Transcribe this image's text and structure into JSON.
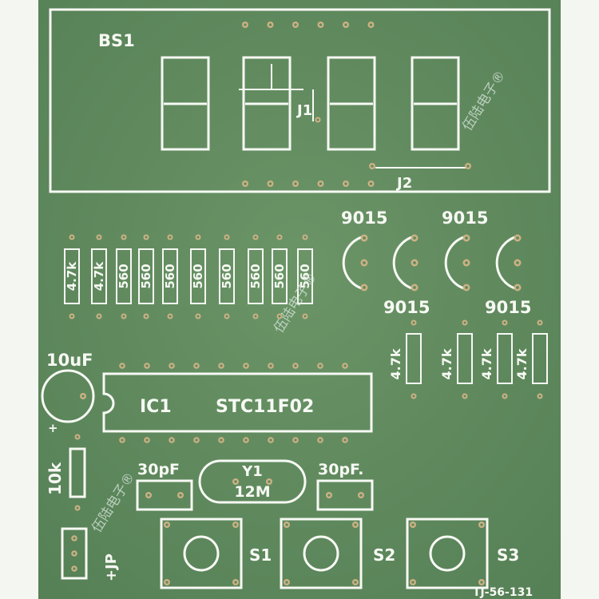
{
  "board": {
    "colors": {
      "background": "#f4f6f2",
      "soldermask": "#5f8a5f",
      "silkscreen": "#f7f9f4",
      "copper": "#cdb184",
      "hole": "#5f8a5f"
    },
    "labels": {
      "display": "BS1",
      "jumper1": "J1",
      "jumper2": "J2",
      "transistors": [
        "9015",
        "9015",
        "9015",
        "9015"
      ],
      "resistor_bank": [
        "4.7k",
        "4.7k",
        "560",
        "560",
        "560",
        "560",
        "560",
        "560",
        "560",
        "560"
      ],
      "base_resistors": [
        "4.7k",
        "4.7k",
        "4.7k",
        "4.7k"
      ],
      "capacitor": "10uF",
      "cap_polarity": "+",
      "ic_ref": "IC1",
      "ic_part": "STC11F02",
      "reset_resistor": "10k",
      "cap_left": "30pF",
      "cap_right": "30pF.",
      "crystal_ref": "Y1",
      "crystal_freq": "12M",
      "switch1": "S1",
      "switch2": "S2",
      "switch3": "S3",
      "power_jumper": "+JP",
      "board_code": "TJ-56-131"
    },
    "watermark": "伍陆电子®"
  }
}
